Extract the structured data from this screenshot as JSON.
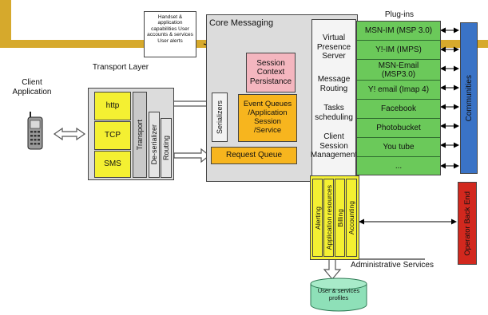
{
  "colors": {
    "banner": "#d6a92c",
    "yellow": "#f4f032",
    "orange": "#f7b51e",
    "green": "#6bc95a",
    "pink": "#f4b6bf",
    "blue": "#3a73c6",
    "red": "#d2281e",
    "cyan": "#8ee0b8",
    "gray": "#dcdcdc"
  },
  "labels": {
    "client_application": "Client Application",
    "transport_layer": "Transport Layer",
    "core_messaging": "Core Messaging",
    "plug_ins": "Plug-ins",
    "handset_note": "Handset & application capabilities User accounts & services User alerts",
    "session_context": "Session Context Persistance",
    "event_queues": "Event Queues /Application Session /Service",
    "serializers": "Serializers",
    "request_queue": "Request Queue",
    "transport": "Transport",
    "deserializer": "De-serializer",
    "routing": "Routing",
    "communities": "Communities",
    "operator_back_end": "Operator Back End",
    "administrative_services": "Administrative Services",
    "user_profiles": "User & services profiles"
  },
  "protocols": [
    "http",
    "TCP",
    "SMS"
  ],
  "core_functions": [
    "Virtual Presence Server",
    "Message Routing",
    "Tasks scheduling",
    "Client Session Management"
  ],
  "plugins": [
    "MSN-IM (MSP 3.0)",
    "Y!-IM (IMPS)",
    "MSN-Email (MSP3.0)",
    "Y! email (Imap 4)",
    "Facebook",
    "Photobucket",
    "You tube",
    "..."
  ],
  "admin_services": [
    "Alerting",
    "Application resources",
    "Billing",
    "Accounting"
  ]
}
